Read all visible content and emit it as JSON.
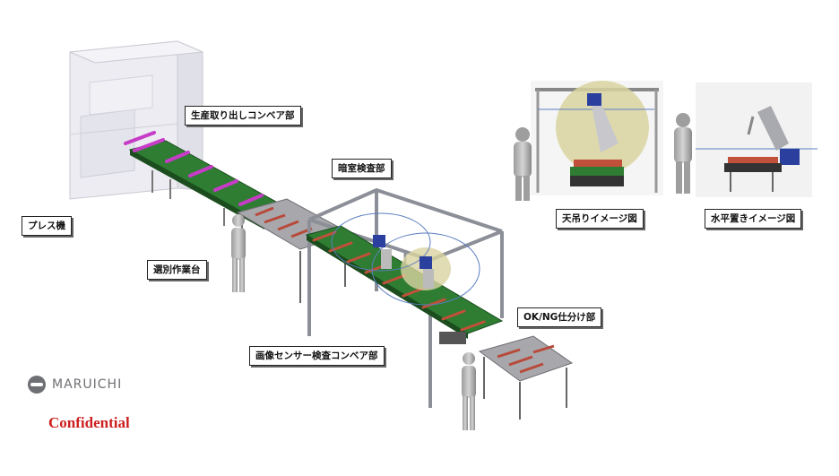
{
  "labels": {
    "press_machine": "プレス機",
    "production_takeout_conveyor": "生産取り出しコンベア部",
    "dark_room_inspection": "暗室検査部",
    "sorting_workbench": "選別作業台",
    "image_sensor_conveyor": "画像センサー検査コンベア部",
    "ok_ng_sorting": "OK/NG仕分け部",
    "ceiling_hung_image": "天吊りイメージ図",
    "horizontal_placement_image": "水平置きイメージ図"
  },
  "brand": {
    "name": "MARUICHI",
    "confidential": "Confidential"
  },
  "colors": {
    "conveyor_green": "#2e7d32",
    "part_magenta": "#c63cc6",
    "part_red": "#c0503a",
    "robot_blue": "#2a3f9e",
    "lighting_yellow": "#d9d3a0",
    "confidential_red": "#cc1f1f"
  },
  "icons": [
    "maruichi-logo-icon"
  ]
}
